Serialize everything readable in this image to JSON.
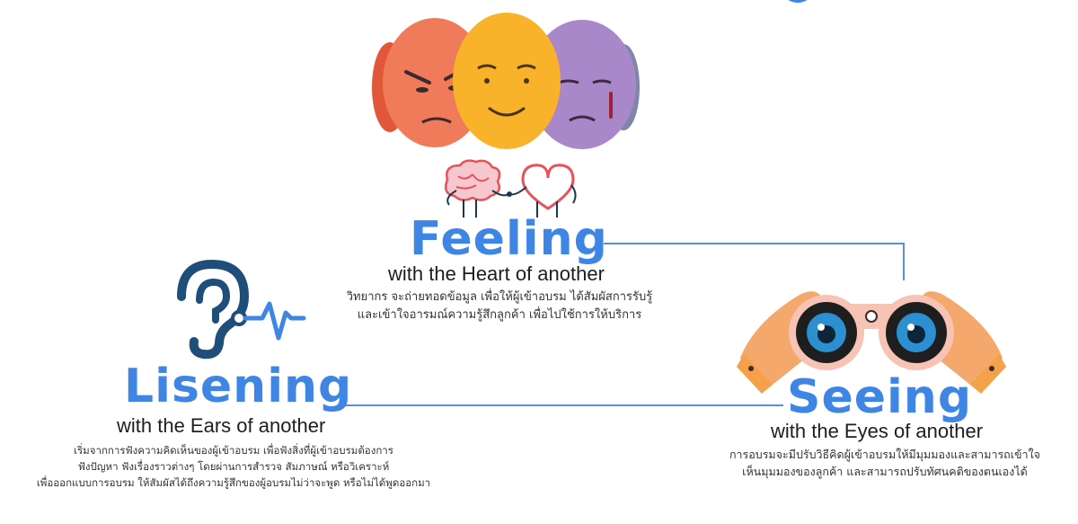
{
  "feeling": {
    "title": "Feeling",
    "subtitle": "with the Heart of another",
    "desc_line1": "วิทยากร จะถ่ายทอดข้อมูล เพื่อให้ผู้เข้าอบรม ได้สัมผัสการรับรู้",
    "desc_line2": "และเข้าใจอารมณ์ความรู้สึกลูกค้า เพื่อไปใช้การให้บริการ"
  },
  "listening": {
    "title": "Lisening",
    "subtitle": "with the Ears of another",
    "desc_line1": "เริ่มจากการฟังความคิดเห็นของผู้เข้าอบรม เพื่อฟังสิ่งที่ผู้เข้าอบรมต้องการ",
    "desc_line2": "ฟังปัญหา ฟังเรื่องราวต่างๆ โดยผ่านการสำรวจ สัมภาษณ์ หรือวิเคราะห์",
    "desc_line3": "เพื่อออกแบบการอบรม ให้สัมผัสได้ถึงความรู้สึกของผู้อบรมไม่ว่าจะพูด หรือไม่ได้พูดออกมา"
  },
  "seeing": {
    "title": "Seeing",
    "subtitle": "with the Eyes of another",
    "desc_line1": "การอบรมจะมีปรับวิธีคิดผู้เข้าอบรมให้มีมุมมองและสามารถเข้าใจ",
    "desc_line2": "เห็นมุมมองของลูกค้า และสามารถปรับทัศนคติของตนเองได้"
  },
  "colors": {
    "accent_blue": "#3f85e4",
    "connector": "#5b8fd6",
    "ear_navy": "#1f4e7a",
    "heart_red": "#e8505b",
    "face_orange": "#ef7b5a",
    "face_yellow": "#f9b32a",
    "face_purple": "#a988c9"
  },
  "icons": [
    "faces-emotions-icon",
    "brain-heart-handshake-icon",
    "ear-pulse-icon",
    "binoculars-hands-icon"
  ]
}
